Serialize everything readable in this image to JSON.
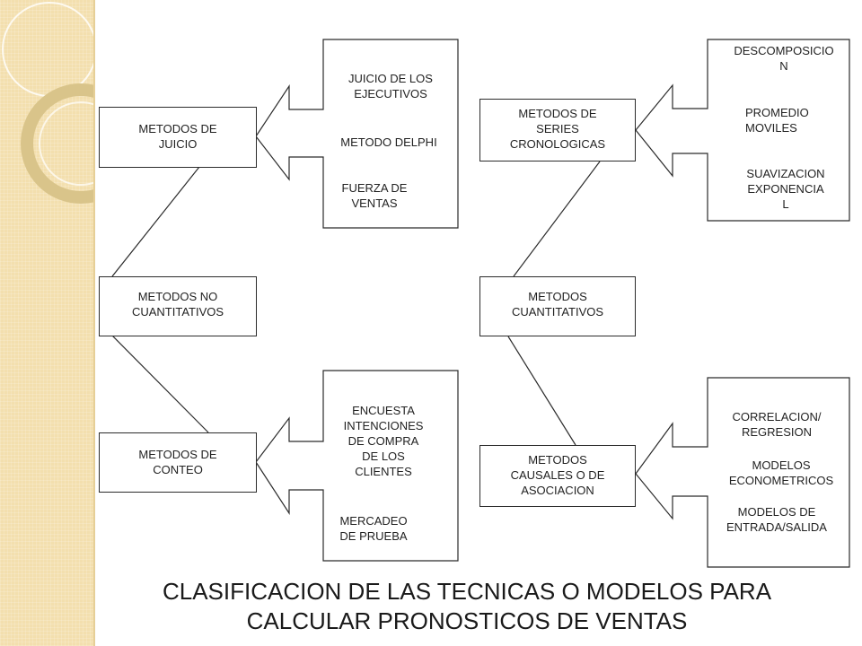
{
  "title": "CLASIFICACION DE LAS TECNICAS O MODELOS PARA\nCALCULAR PRONOSTICOS DE VENTAS",
  "nodes": {
    "no_cuantitativos": "METODOS NO\nCUANTITATIVOS",
    "juicio": "METODOS DE\nJUICIO",
    "conteo": "METODOS DE\nCONTEO",
    "cuantitativos": "METODOS\nCUANTITATIVOS",
    "series": "METODOS DE\nSERIES\nCRONOLOGICAS",
    "causales": "METODOS\nCAUSALES O DE\nASOCIACION"
  },
  "items": {
    "juicio": [
      "JUICIO DE LOS\nEJECUTIVOS",
      "METODO DELPHI",
      "FUERZA DE\nVENTAS"
    ],
    "conteo": [
      "ENCUESTA\nINTENCIONES\nDE COMPRA\nDE LOS\nCLIENTES",
      "MERCADEO\nDE PRUEBA"
    ],
    "series": [
      "DESCOMPOSICIO\nN",
      "PROMEDIO\nMOVILES",
      "SUAVIZACION\nEXPONENCIA\nL"
    ],
    "causales": [
      "CORRELACION/\nREGRESION",
      "MODELOS\nECONOMETRICOS",
      "MODELOS DE\nENTRADA/SALIDA"
    ]
  },
  "colors": {
    "line": "#2b2b2b",
    "sidebar": "#f3dfae",
    "ring": "#d9c48a"
  }
}
